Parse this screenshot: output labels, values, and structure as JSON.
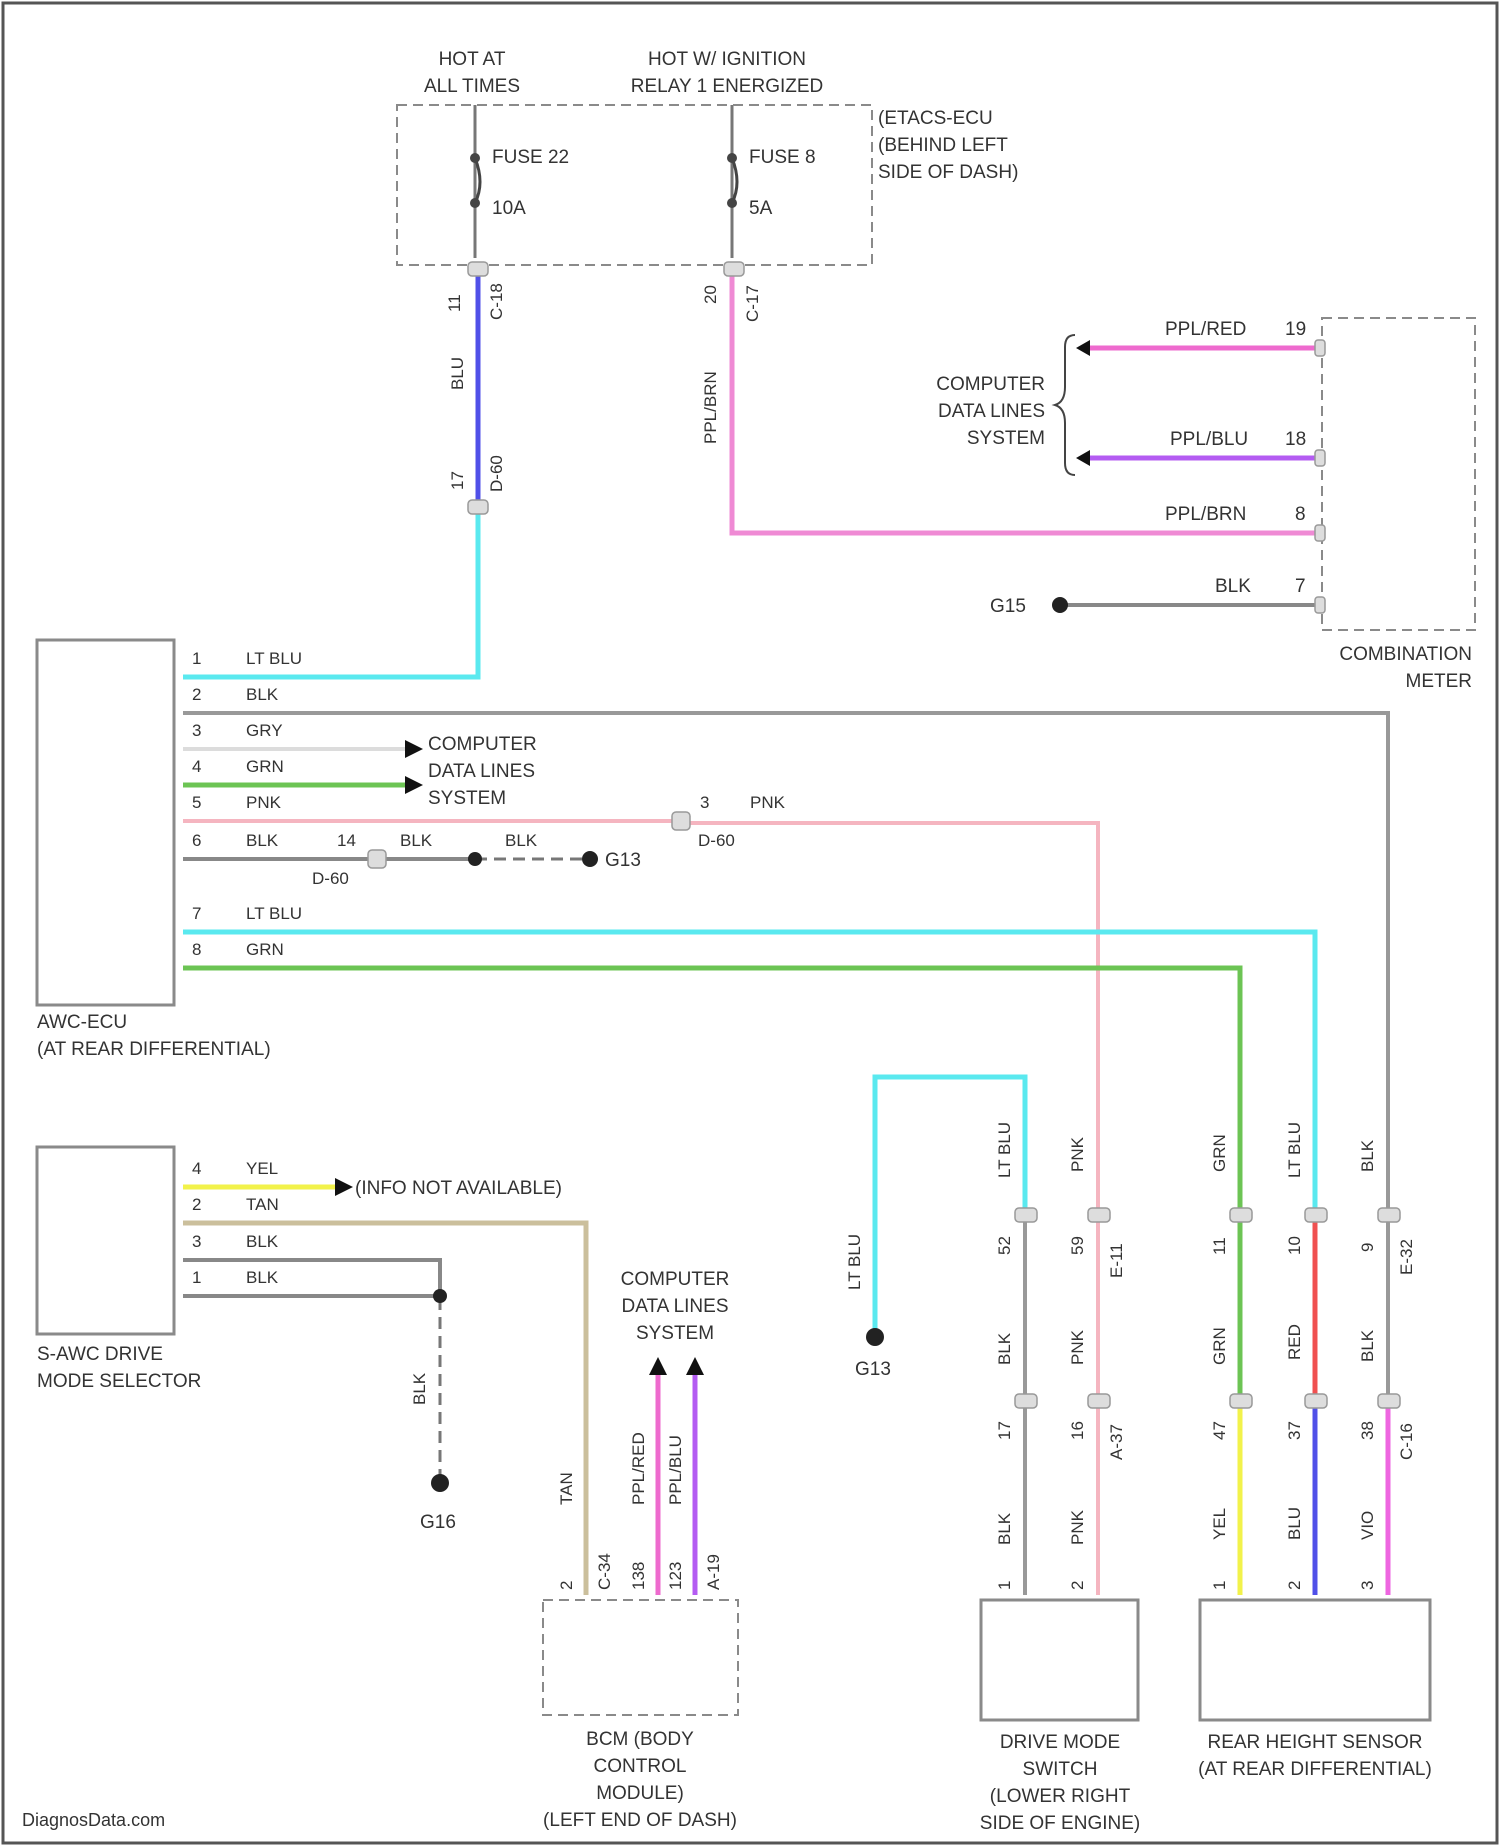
{
  "header": {
    "hot_at_all_times": [
      "HOT AT",
      "ALL TIMES"
    ],
    "hot_ignition": [
      "HOT W/ IGNITION",
      "RELAY 1 ENERGIZED"
    ]
  },
  "fuse_box": {
    "label": [
      "(ETACS-ECU",
      "(BEHIND LEFT",
      "SIDE OF DASH)"
    ],
    "fuse_a": "FUSE 22",
    "fuse_a_rating": "10A",
    "fuse_b": "FUSE 8",
    "fuse_b_rating": "5A"
  },
  "connectors": {
    "c1_pin": "11",
    "c1_id": "C-18",
    "c2_pin": "20",
    "c2_id": "C-17",
    "c3_pin": "17",
    "c3_id": "D-60",
    "d60a_pin": "3",
    "d60a_id": "D-60",
    "d60b_pin": "14",
    "d60b_id": "D-60",
    "e11_id": "E-11",
    "a37_id": "A-37",
    "e32_id": "E-32",
    "c16_id": "C-16",
    "c34_id": "C-34",
    "a19_id": "A-19"
  },
  "wires": {
    "blu": "BLU",
    "ppl_brn_vertical": "PPL/BRN",
    "ppl_red": "PPL/RED",
    "ppl_red_pin": "19",
    "ppl_blu": "PPL/BLU",
    "ppl_blu_pin": "18",
    "ppl_brn": "PPL/BRN",
    "ppl_brn_pin": "8",
    "blk_meter": "BLK",
    "blk_meter_pin": "7",
    "pnk_splice": "PNK",
    "pnk_splice_pin": "3",
    "blk_a": "BLK",
    "blk_b": "BLK",
    "yel": "YEL",
    "tan": "TAN"
  },
  "grounds": {
    "meter": "G15",
    "awc": "G13",
    "selector": "G16",
    "ltblu": "G13"
  },
  "data_lines": {
    "meter": [
      "COMPUTER",
      "DATA LINES",
      "SYSTEM"
    ],
    "awc": [
      "COMPUTER",
      "DATA LINES",
      "SYSTEM"
    ],
    "bcm": [
      "COMPUTER",
      "DATA LINES",
      "SYSTEM"
    ]
  },
  "combination_meter": {
    "label": [
      "COMBINATION",
      "METER"
    ]
  },
  "awc_ecu": {
    "label": [
      "AWC-ECU",
      "(AT REAR DIFFERENTIAL)"
    ],
    "pins": [
      {
        "num": "1",
        "color": "LT BLU"
      },
      {
        "num": "2",
        "color": "BLK"
      },
      {
        "num": "3",
        "color": "GRY"
      },
      {
        "num": "4",
        "color": "GRN"
      },
      {
        "num": "5",
        "color": "PNK"
      },
      {
        "num": "6",
        "color": "BLK"
      },
      {
        "num": "7",
        "color": "LT BLU"
      },
      {
        "num": "8",
        "color": "GRN"
      }
    ]
  },
  "drive_mode_selector": {
    "label": [
      "S-AWC DRIVE",
      "MODE SELECTOR"
    ],
    "pins": [
      {
        "num": "4",
        "color": "YEL"
      },
      {
        "num": "2",
        "color": "TAN"
      },
      {
        "num": "3",
        "color": "BLK"
      },
      {
        "num": "1",
        "color": "BLK"
      }
    ],
    "info_na": "(INFO NOT AVAILABLE)"
  },
  "bcm": {
    "label": [
      "BCM (BODY",
      "CONTROL",
      "MODULE)",
      "(LEFT END OF DASH)"
    ],
    "wire_tan": "TAN",
    "wire_ppl_red": "PPL/RED",
    "wire_ppl_blu": "PPL/BLU",
    "pin_tan": "2",
    "pin_ppl_red": "138",
    "pin_ppl_blu": "123"
  },
  "drive_mode_switch": {
    "label": [
      "DRIVE MODE",
      "SWITCH",
      "(LOWER RIGHT",
      "SIDE OF ENGINE)"
    ],
    "upper": {
      "w1": "LT BLU",
      "w2": "PNK",
      "p1": "52",
      "p2": "59"
    },
    "middle": {
      "w1": "BLK",
      "w2": "PNK",
      "p1": "17",
      "p2": "16"
    },
    "lower": {
      "w1": "BLK",
      "w2": "PNK",
      "p1": "1",
      "p2": "2"
    },
    "ltblu_label": "LT BLU"
  },
  "rear_height_sensor": {
    "label": [
      "REAR HEIGHT SENSOR",
      "(AT REAR DIFFERENTIAL)"
    ],
    "upper": {
      "w1": "GRN",
      "w2": "LT BLU",
      "w3": "BLK",
      "p1": "11",
      "p2": "10",
      "p3": "9"
    },
    "middle": {
      "w1": "GRN",
      "w2": "RED",
      "w3": "BLK",
      "p1": "47",
      "p2": "37",
      "p3": "38"
    },
    "lower": {
      "w1": "YEL",
      "w2": "BLU",
      "w3": "VIO",
      "p1": "1",
      "p2": "2",
      "p3": "3"
    }
  },
  "watermark": "DiagnosData.com",
  "colors": {
    "blu": "#5050e8",
    "lt_blu": "#5ae9ef",
    "ppl_brn": "#ef8ad4",
    "ppl_red": "#ee6ace",
    "ppl_blu": "#b45cf2",
    "pnk": "#f5b5c0",
    "grn": "#6cc454",
    "gry": "#dcdcdc",
    "blk": "#888888",
    "yel": "#f2f24a",
    "tan": "#cbbf9c",
    "red": "#f05050",
    "vio": "#ee66e0"
  }
}
